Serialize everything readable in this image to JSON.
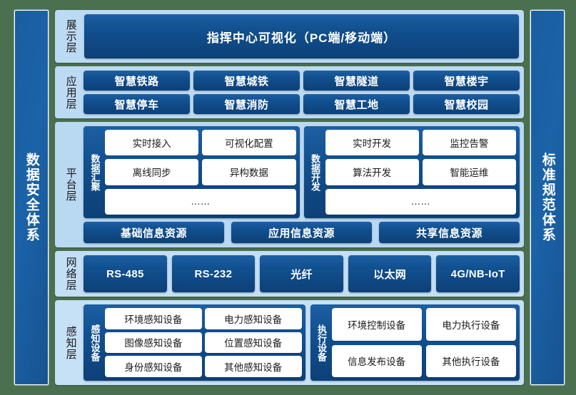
{
  "pillars": {
    "left": "数据安全体系",
    "right": "标准规范体系"
  },
  "layers": {
    "presentation": {
      "label": "展示层",
      "banner": "指挥中心可视化（PC端/移动端）"
    },
    "application": {
      "label": "应用层",
      "items": [
        "智慧铁路",
        "智慧城铁",
        "智慧隧道",
        "智慧楼宇",
        "智慧停车",
        "智慧消防",
        "智慧工地",
        "智慧校园"
      ]
    },
    "platform": {
      "label": "平台层",
      "modules": [
        {
          "title": "数据汇聚",
          "cells": [
            "实时接入",
            "可视化配置",
            "离线同步",
            "异构数据"
          ],
          "more": "……"
        },
        {
          "title": "数据开发",
          "cells": [
            "实时开发",
            "监控告警",
            "算法开发",
            "智能运维"
          ],
          "more": "……"
        }
      ],
      "resources": [
        "基础信息资源",
        "应用信息资源",
        "共享信息资源"
      ]
    },
    "network": {
      "label": "网络层",
      "items": [
        "RS-485",
        "RS-232",
        "光纤",
        "以太网",
        "4G/NB-IoT"
      ]
    },
    "perception": {
      "label": "感知层",
      "modules": [
        {
          "title": "感知设备",
          "cells": [
            "环境感知设备",
            "电力感知设备",
            "图像感知设备",
            "位置感知设备",
            "身份感知设备",
            "其他感知设备"
          ]
        },
        {
          "title": "执行设备",
          "cells": [
            "环境控制设备",
            "电力执行设备",
            "信息发布设备",
            "其他执行设备"
          ]
        }
      ]
    }
  },
  "colors": {
    "background": "#4a7050",
    "pillar": "#1a5ea0",
    "chip_dark": "#11508f",
    "panel_light": "#bcdaf3",
    "cell_white": "#ffffff"
  }
}
